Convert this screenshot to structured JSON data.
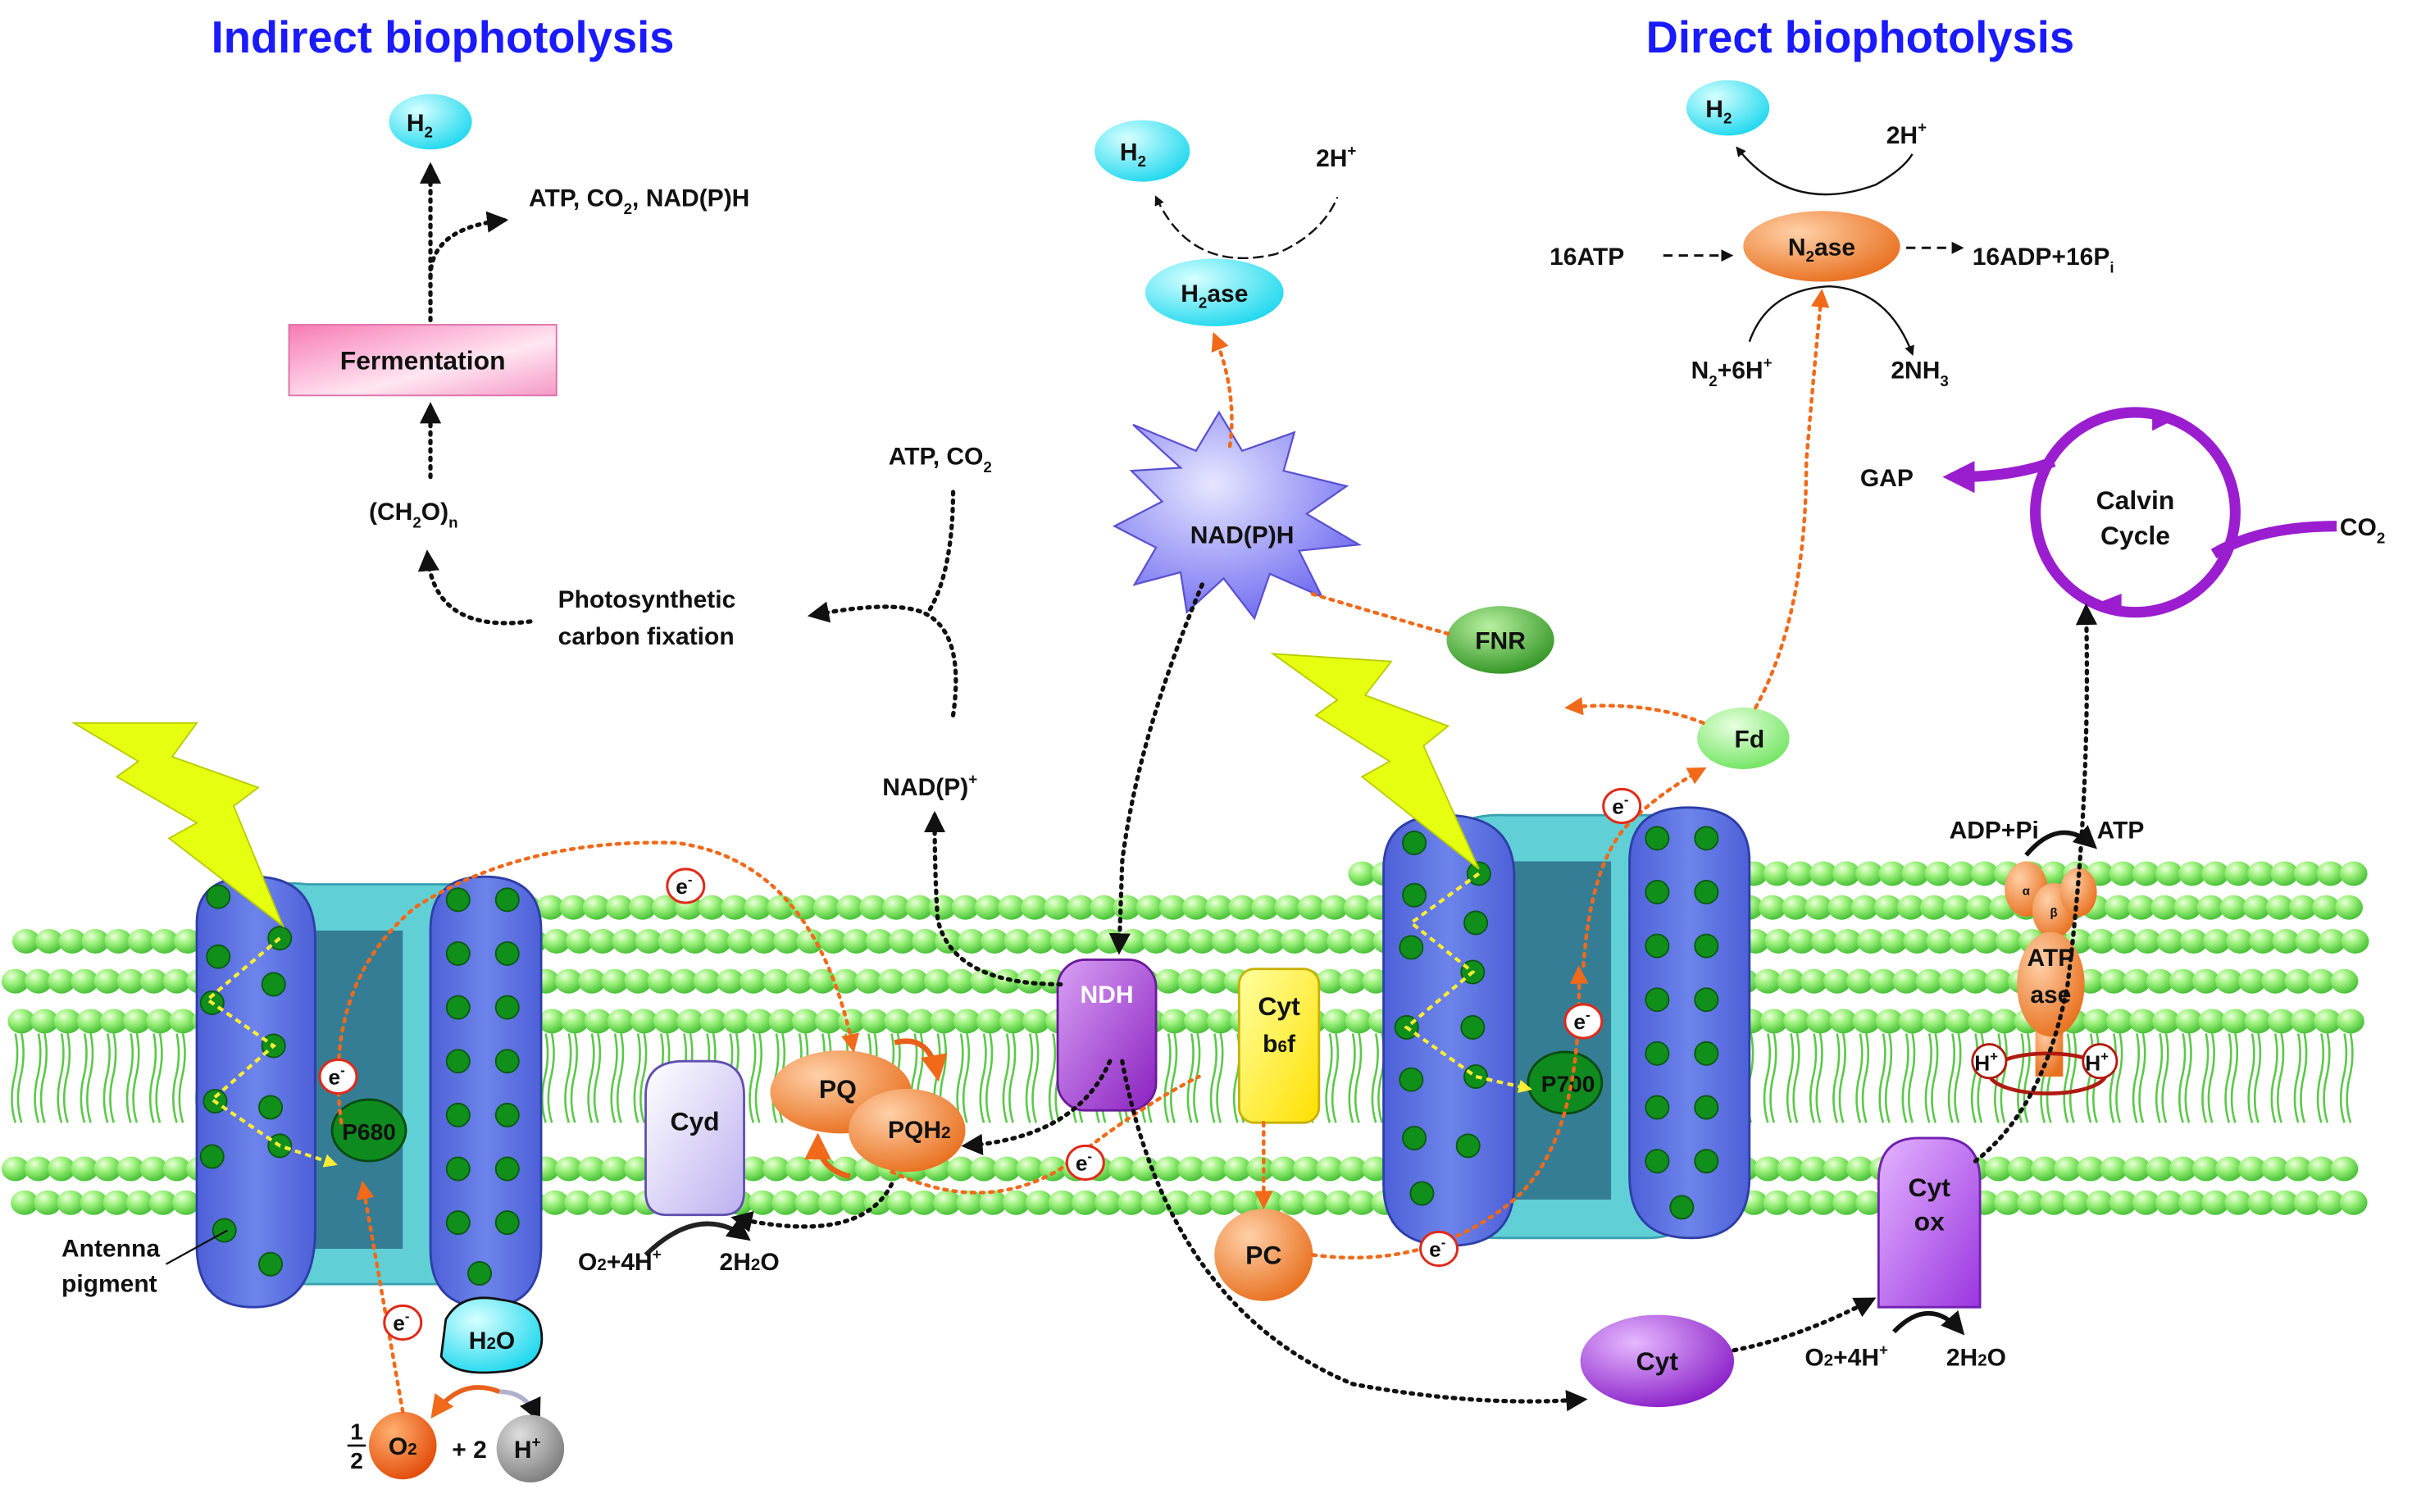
{
  "titles": {
    "indirect": "Indirect biophotolysis",
    "direct": "Direct biophotolysis"
  },
  "labels": {
    "h2": "H",
    "two_h_plus": "2H",
    "atp_co2_nadph": "ATP, CO",
    "atp_co2_nadph_tail": ", NAD(P)H",
    "fermentation": "Fermentation",
    "ch2o": "(CH",
    "ch2o_tail": "O)",
    "photosynthetic": "Photosynthetic",
    "carbon_fixation": "carbon fixation",
    "atp_co2": "ATP, CO",
    "nadp_plus": "NAD(P)",
    "h2ase": "ase",
    "nadph": "NAD(P)H",
    "fnr": "FNR",
    "fd": "Fd",
    "n2ase": "ase",
    "atp16": "16ATP",
    "adp16": "16ADP+16P",
    "n2_6h": "+6H",
    "nh3": "2NH",
    "gap": "GAP",
    "calvin1": "Calvin",
    "calvin2": "Cycle",
    "co2_right": "CO",
    "p680": "P680",
    "p700": "P700",
    "antenna1": "Antenna",
    "antenna2": "pigment",
    "h2o": "H2O",
    "o2": "O2",
    "h_plus": "H",
    "half_num": "1",
    "half_den": "2",
    "plus_two": "+ 2",
    "cyd": "Cyd",
    "o2_4h": "O2+4H",
    "two_h2o": "2H2O",
    "pq": "PQ",
    "pqh2": "PQH2",
    "ndh": "NDH",
    "cyt_b6f_1": "Cyt",
    "cyt_b6f_2": "b6f",
    "pc": "PC",
    "cyt": "Cyt",
    "cyt_ox_1": "Cyt",
    "cyt_ox_2": "ox",
    "adp_pi": "ADP+Pi",
    "atp": "ATP",
    "atpase_1": "ATP",
    "atpase_2": "ase",
    "electron": "e",
    "alpha": "α",
    "beta": "β"
  },
  "colors": {
    "title_blue": "#1a1aff",
    "membrane_green": "#7ef06a",
    "ps_blue": "#5570e0",
    "ps_teal": "#5fd0d6",
    "pigment_green": "#10901a",
    "electron_orange": "#f06a1a",
    "hydrogen_cyan": "#3fe6f6",
    "enzyme_orange": "#f08a3a",
    "ndh_purple": "#a030d0",
    "cyt_b6f_yellow": "#ffee22",
    "fermentation_pink": "#f48cc0",
    "calvin_purple": "#9a1ed0",
    "nadph_purple": "#7c78f0",
    "fnr_green": "#3ca62a",
    "fd_green": "#8ef08a",
    "lightning_yellow": "#e6ff10"
  }
}
